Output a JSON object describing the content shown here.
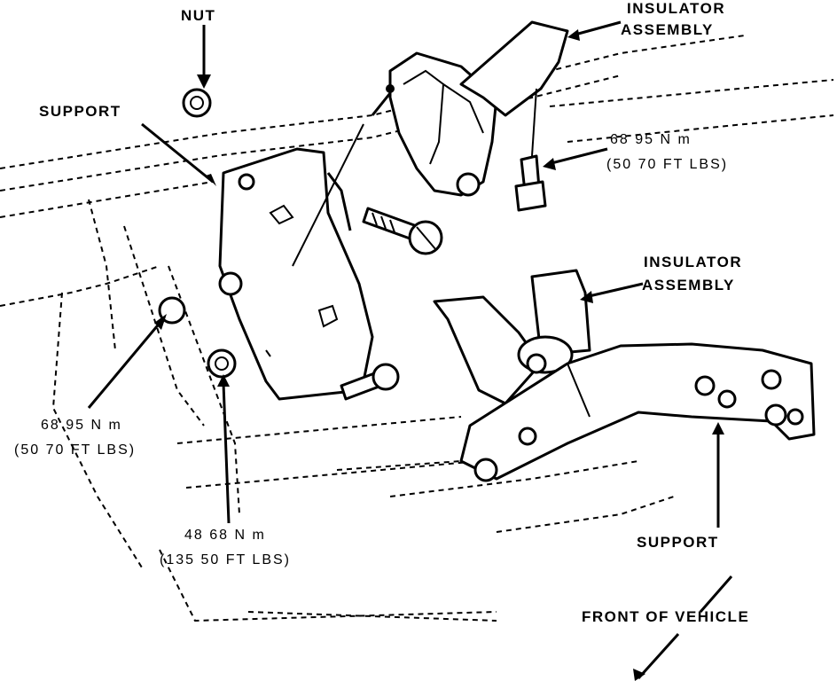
{
  "labels": {
    "nut": "NUT",
    "support_left": "SUPPORT",
    "insulator_top_line1": "INSULATOR",
    "insulator_top_line2": "ASSEMBLY",
    "torque_right_line1": "68 95 N m",
    "torque_right_line2": "(50 70 FT LBS)",
    "insulator_mid_line1": "INSULATOR",
    "insulator_mid_line2": "ASSEMBLY",
    "torque_left_line1": "68 95 N m",
    "torque_left_line2": "(50 70 FT LBS)",
    "torque_bottom_line1": "48 68 N m",
    "torque_bottom_line2": "(135 50 FT LBS)",
    "support_right": "SUPPORT",
    "front_of_vehicle": "FRONT OF VEHICLE"
  }
}
